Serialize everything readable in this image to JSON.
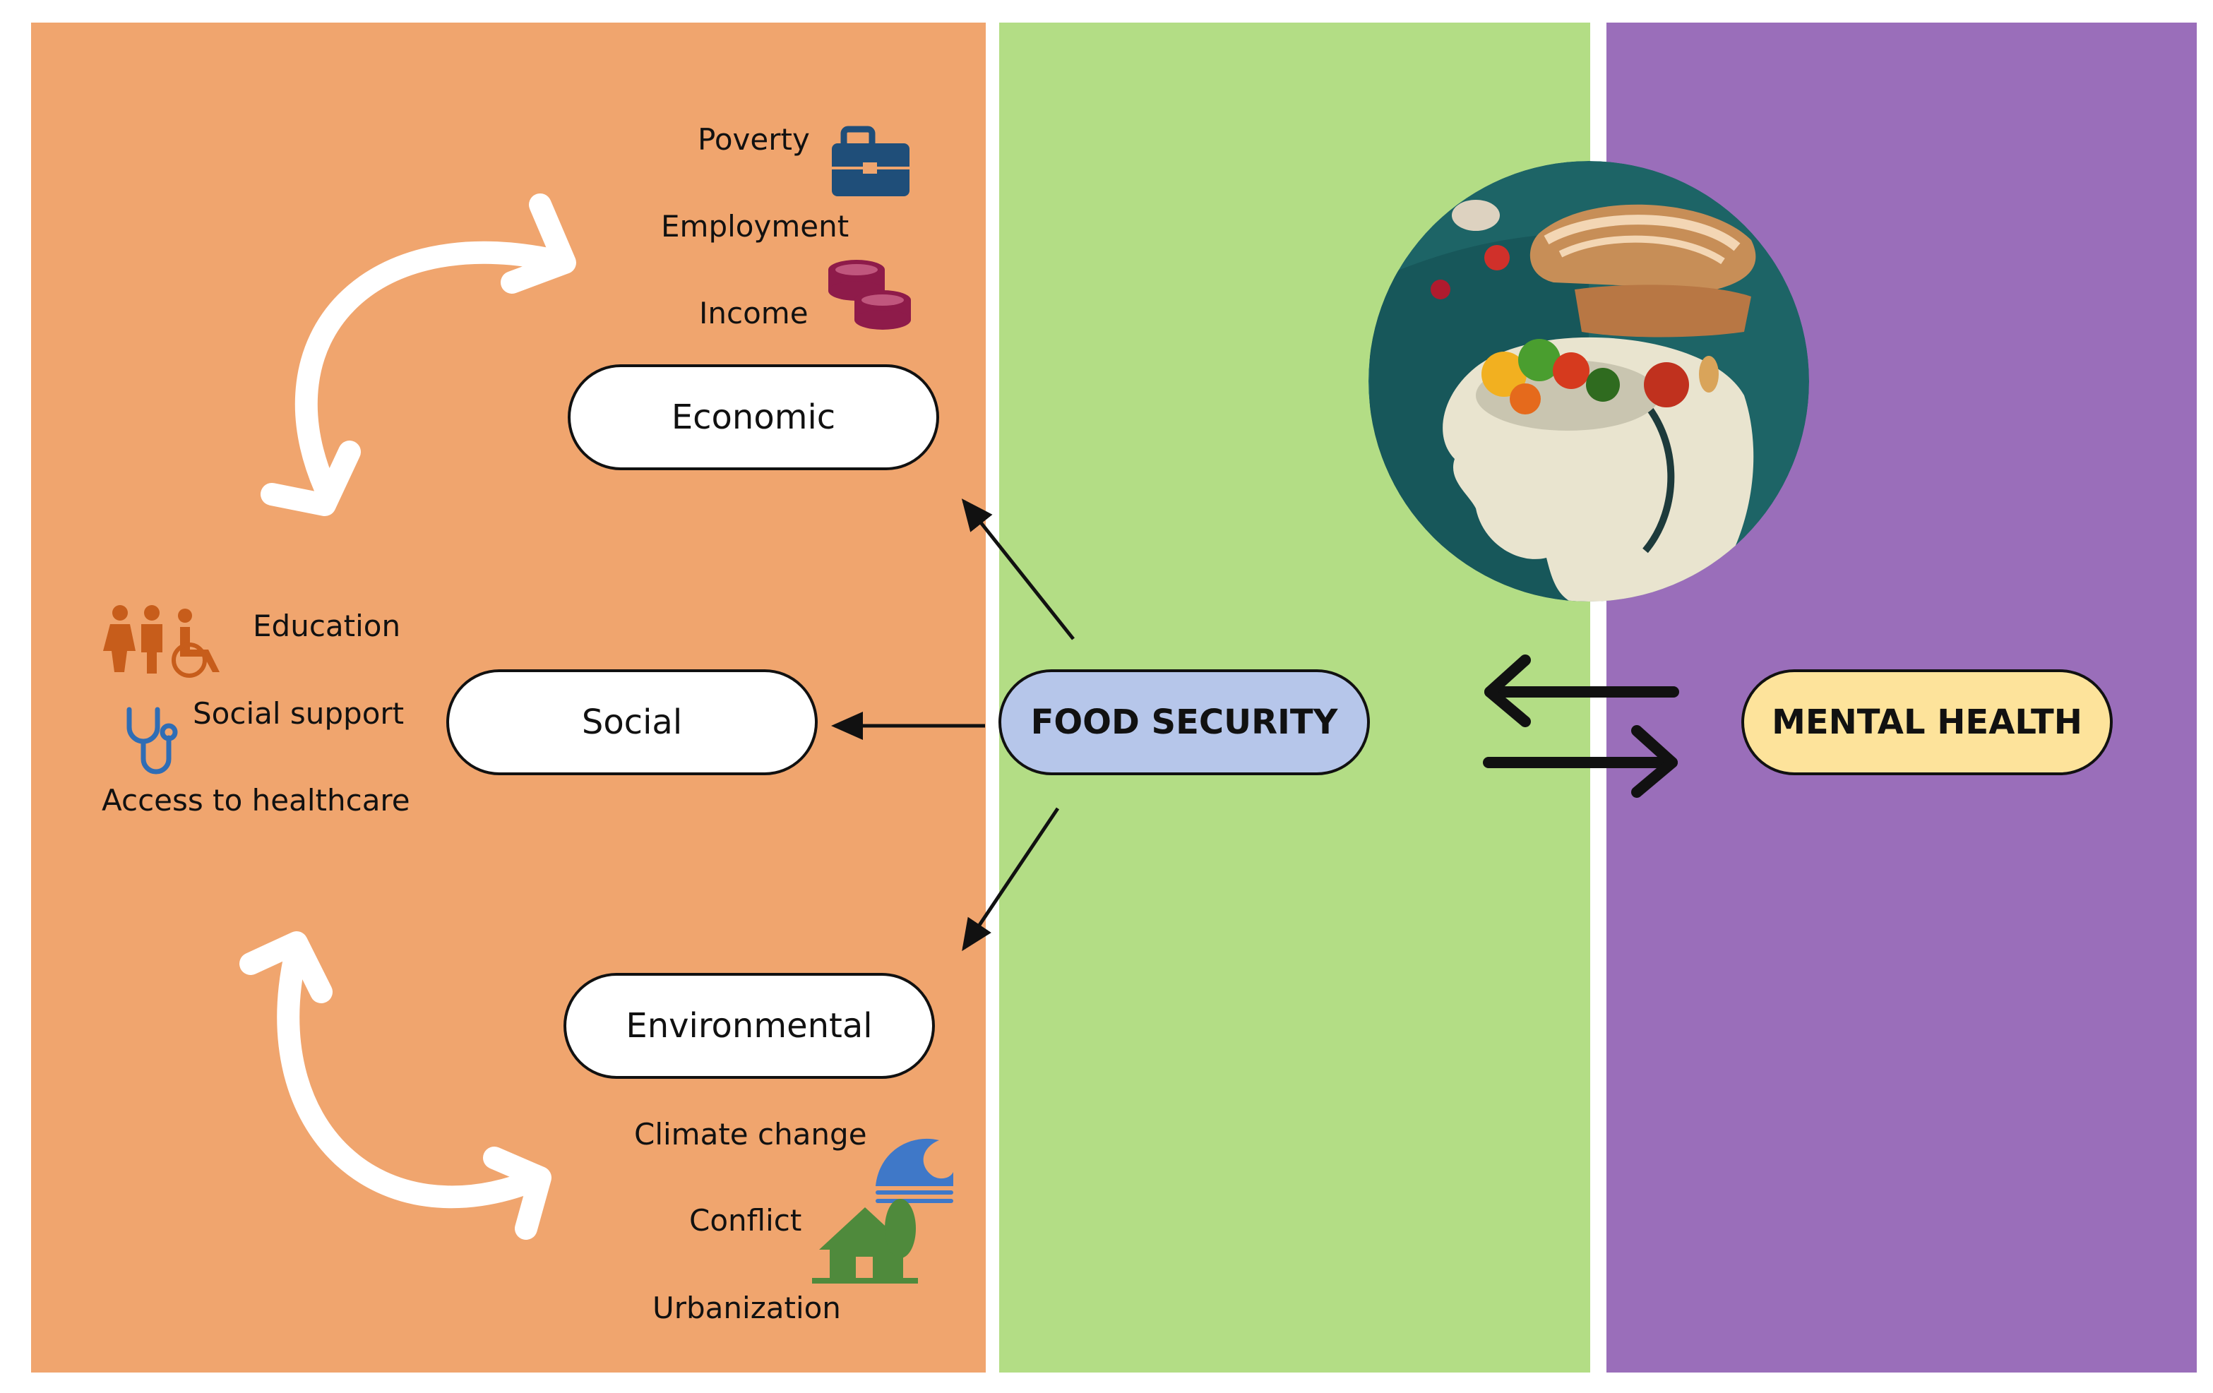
{
  "nodes": {
    "economic": "Economic",
    "social": "Social",
    "environmental": "Environmental",
    "food_security": "FOOD SECURITY",
    "mental_health": "MENTAL HEALTH"
  },
  "economic_factors": [
    "Poverty",
    "Employment",
    "Income"
  ],
  "social_factors": [
    "Education",
    "Social support",
    "Access to healthcare"
  ],
  "environmental_factors": [
    "Climate change",
    "Conflict",
    "Urbanization"
  ],
  "icons": {
    "briefcase": "briefcase-icon",
    "coins": "coins-icon",
    "people": "people-wheelchair-icon",
    "stethoscope": "stethoscope-icon",
    "wave": "wave-icon",
    "house": "house-tree-icon",
    "brain": "brain-food-head-illustration"
  },
  "colors": {
    "orange_panel": "#f0a56e",
    "green_panel": "#b3dd85",
    "purple_panel": "#9a6eba",
    "food_security_fill": "#b6c6ea",
    "mental_health_fill": "#fde39b",
    "node_fill": "#ffffff"
  }
}
